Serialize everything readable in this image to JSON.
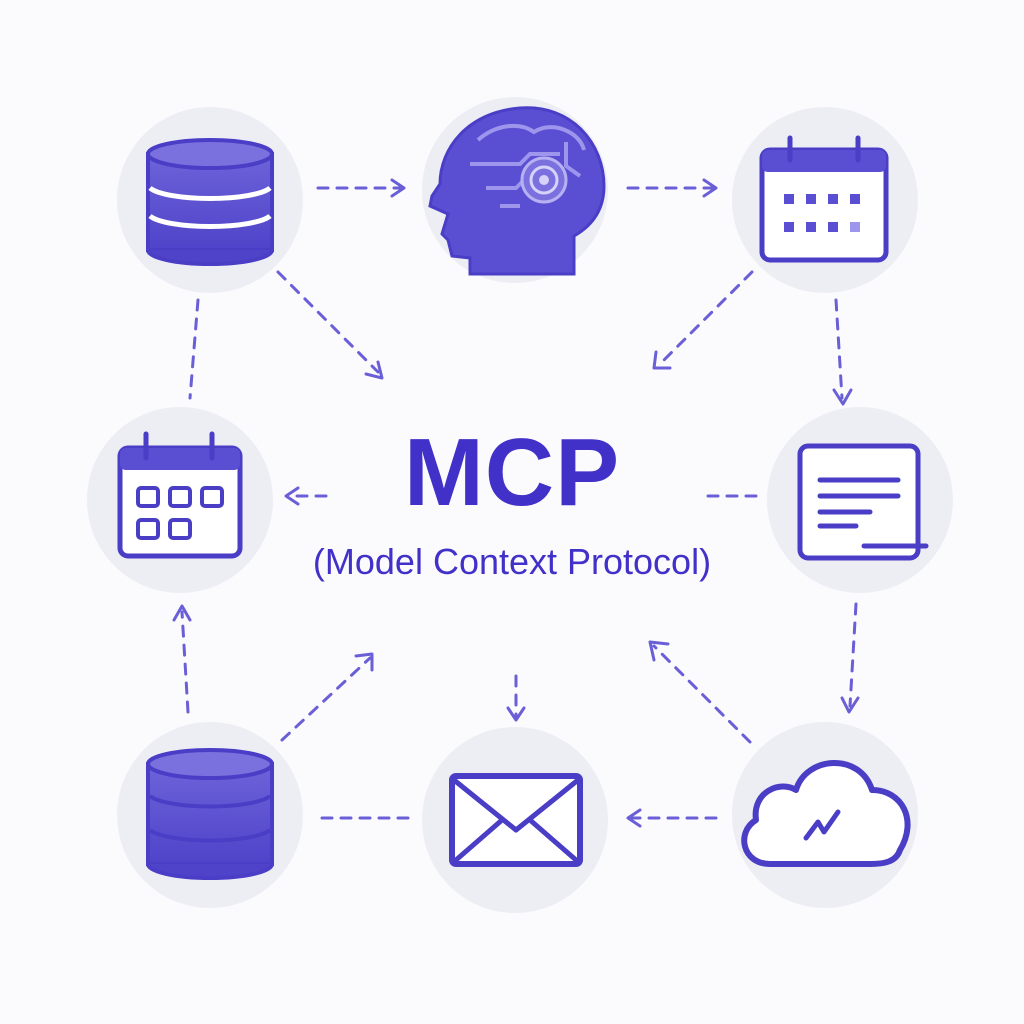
{
  "diagram": {
    "title": "MCP",
    "subtitle": "(Model Context Protocol)",
    "colors": {
      "primary": "#4a3dc6",
      "text": "#4231c9",
      "arrow": "#6a5fd6",
      "circle_bg": "#ededf4",
      "page_bg": "#fbfbfd"
    },
    "nodes": [
      {
        "id": "top-left",
        "icon": "database-icon"
      },
      {
        "id": "top-center",
        "icon": "ai-head-icon"
      },
      {
        "id": "top-right",
        "icon": "calendar-icon"
      },
      {
        "id": "mid-left",
        "icon": "calendar-icon"
      },
      {
        "id": "mid-right",
        "icon": "document-icon"
      },
      {
        "id": "bottom-left",
        "icon": "database-icon"
      },
      {
        "id": "bottom-center",
        "icon": "mail-icon"
      },
      {
        "id": "bottom-right",
        "icon": "cloud-icon"
      }
    ]
  }
}
